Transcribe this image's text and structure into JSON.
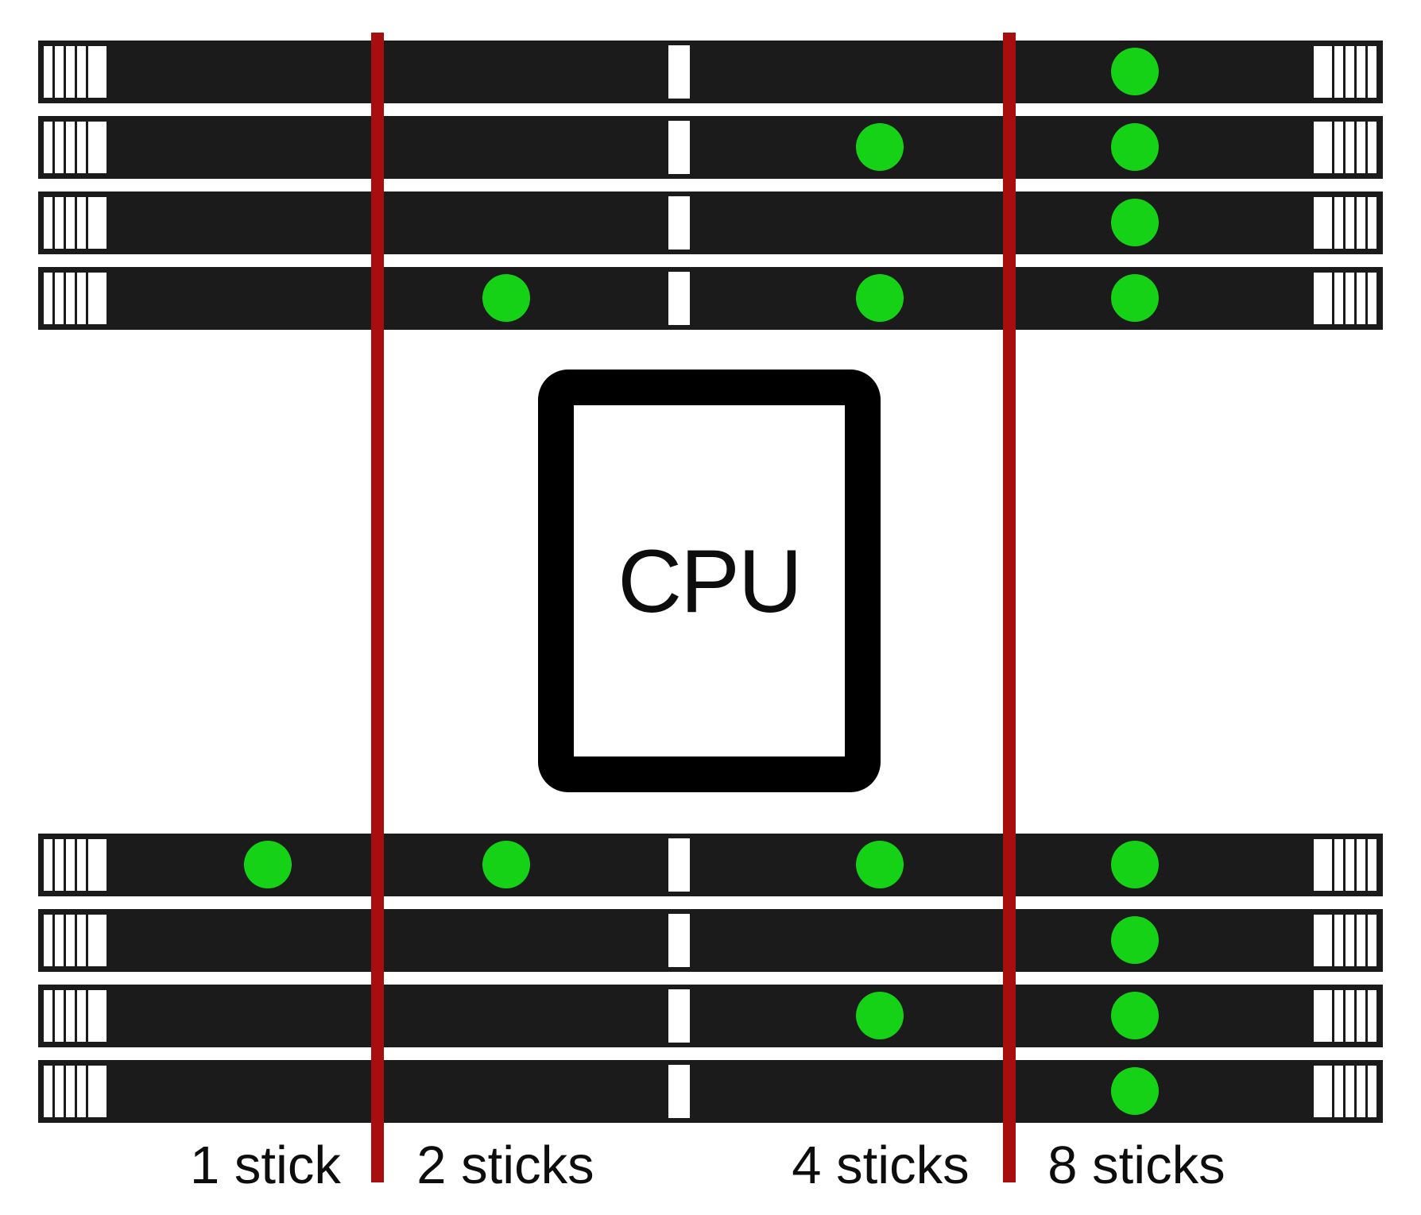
{
  "diagram": {
    "cpu_label": "CPU",
    "columns": [
      {
        "id": "1",
        "label": "1 stick"
      },
      {
        "id": "2",
        "label": "2 sticks"
      },
      {
        "id": "4",
        "label": "4 sticks"
      },
      {
        "id": "8",
        "label": "8 sticks"
      }
    ],
    "top_slots": [
      {
        "dots": [
          "8"
        ]
      },
      {
        "dots": [
          "4",
          "8"
        ]
      },
      {
        "dots": [
          "8"
        ]
      },
      {
        "dots": [
          "2",
          "4",
          "8"
        ]
      }
    ],
    "bottom_slots": [
      {
        "dots": [
          "1",
          "2",
          "4",
          "8"
        ]
      },
      {
        "dots": [
          "8"
        ]
      },
      {
        "dots": [
          "4",
          "8"
        ]
      },
      {
        "dots": [
          "8"
        ]
      }
    ],
    "colors": {
      "slot": "#1b1b1b",
      "divider": "#a80e0e",
      "dot": "#16d216",
      "cpu_border": "#000000",
      "text": "#0d0d0d"
    }
  }
}
